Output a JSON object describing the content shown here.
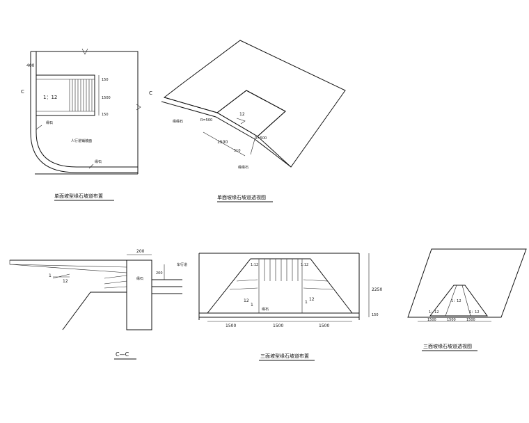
{
  "views": {
    "plan_single": {
      "title": "单面坡型缘石坡道布置",
      "dim_top": "400",
      "dim_right_a": "150",
      "dim_right_b": "1500",
      "dim_right_c": "150",
      "slope": "1：12",
      "label_curb_1": "缘石",
      "label_crosswalk": "人行道铺装面",
      "label_curb_2": "缘石",
      "section_mark": "C"
    },
    "persp_single": {
      "title": "单面坡缘石坡道透视图",
      "section_mark": "C",
      "label_radius_1": "R=500",
      "label_radius_2": "R=500",
      "label_curb_1": "缘缘石",
      "label_curb_2": "缘缘石",
      "dim_len": "1500",
      "dim_small": "510",
      "slope": "12"
    },
    "section_cc": {
      "title": "C—C",
      "dim_top": "200",
      "dim_right": "200",
      "label_road": "车行道",
      "slope_a": "1",
      "slope_b": "12",
      "label_curb": "缘石"
    },
    "plan_triple": {
      "title": "三面坡型缘石坡道布置",
      "dim_1": "1500",
      "dim_2": "1500",
      "dim_3": "1500",
      "dim_height": "2250",
      "dim_small": "150",
      "slope_left": "12",
      "slope_right": "12",
      "slope_one_l": "1",
      "slope_one_r": "1",
      "label_curb": "缘石",
      "top_l": "1:12",
      "top_r": "1:12"
    },
    "persp_triple": {
      "title": "三面坡缘石坡道透视图",
      "dim_1": "1500",
      "dim_2": "1500",
      "dim_3": "1500",
      "slope_l": "1：12",
      "slope_r": "1：12",
      "slope_top": "1：12"
    }
  }
}
